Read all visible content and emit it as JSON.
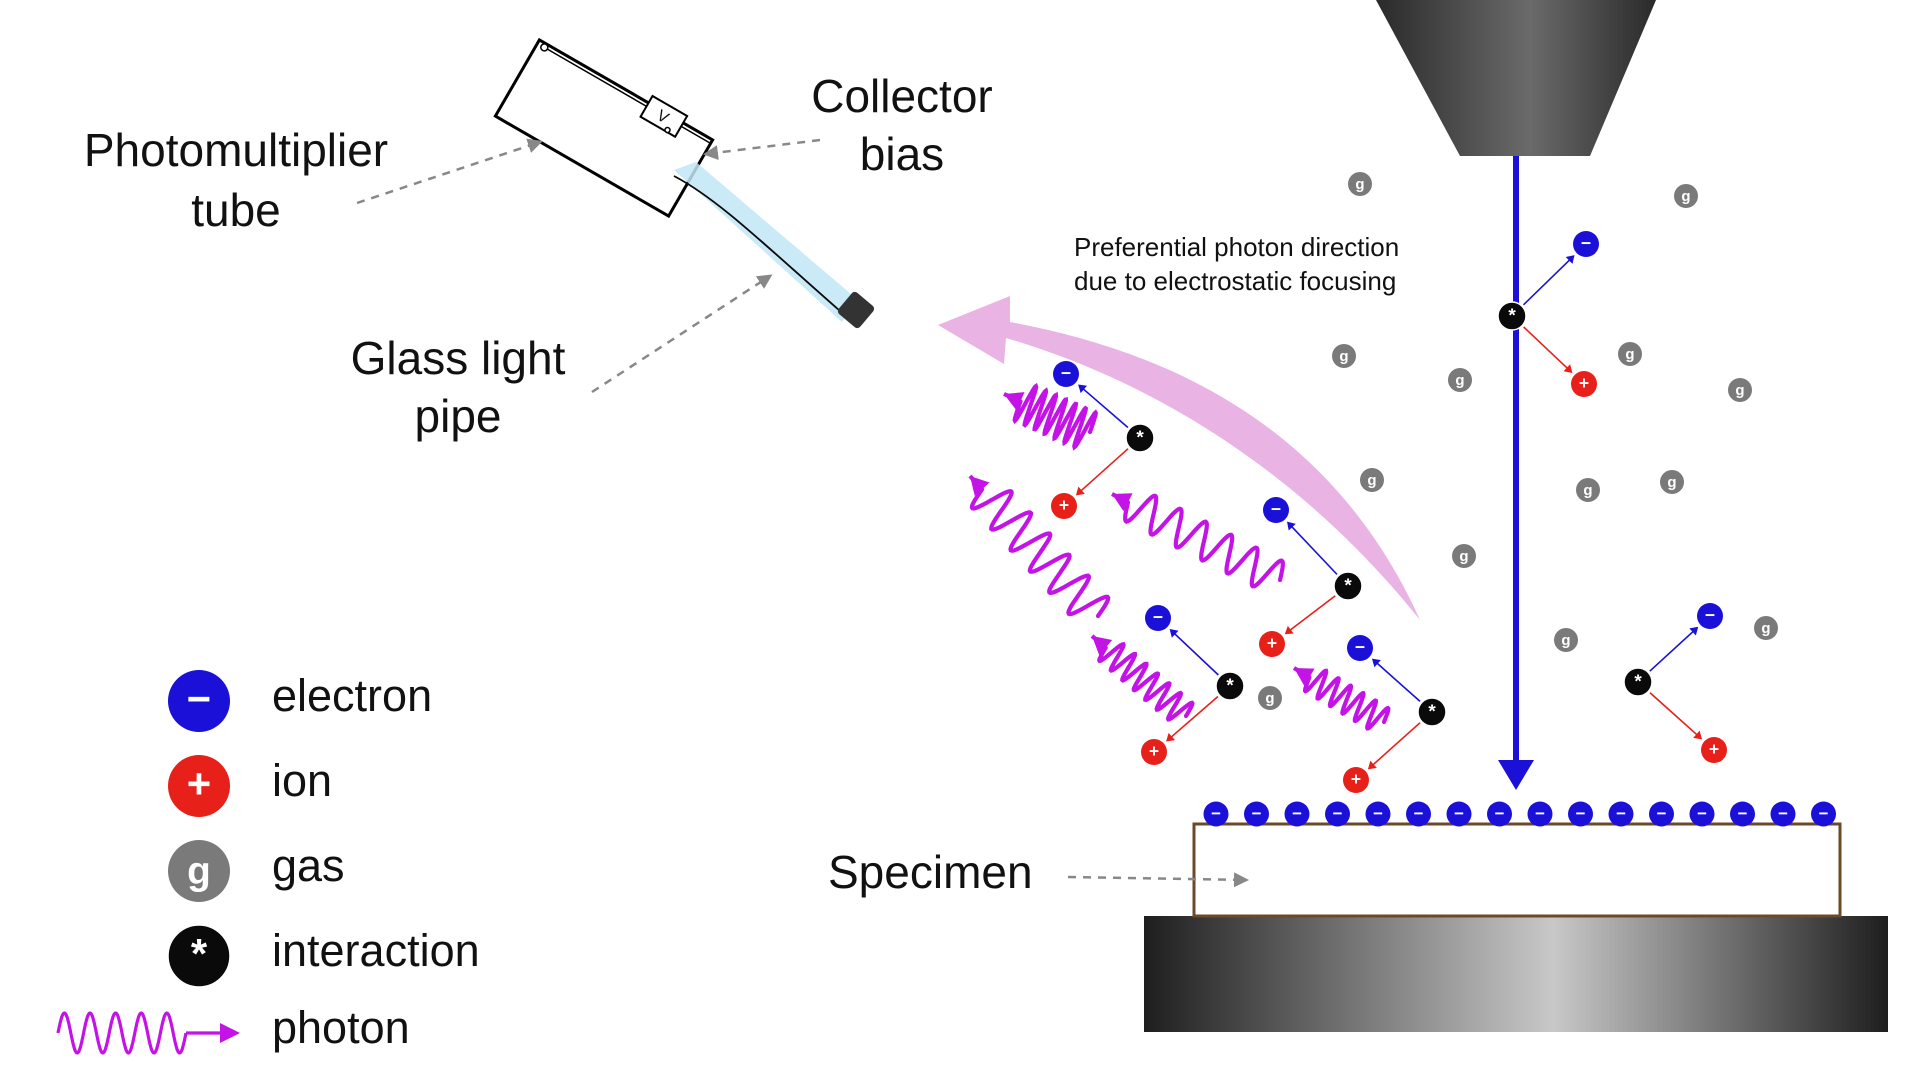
{
  "labels": {
    "photomultiplier_line1": "Photomultiplier",
    "photomultiplier_line2": "tube",
    "collector_line1": "Collector",
    "collector_line2": "bias",
    "glass_line1": "Glass light",
    "glass_line2": "pipe",
    "preferential_line1": "Preferential photon direction",
    "preferential_line2": "due to electrostatic focusing",
    "specimen": "Specimen",
    "voltage_symbol": "V"
  },
  "legend": [
    {
      "key": "electron",
      "label": "electron",
      "symbol": "−",
      "color": "#1a10d8"
    },
    {
      "key": "ion",
      "label": "ion",
      "symbol": "+",
      "color": "#e8201a"
    },
    {
      "key": "gas",
      "label": "gas",
      "symbol": "g",
      "color": "#7a7a7a"
    },
    {
      "key": "interaction",
      "label": "interaction",
      "symbol": "*",
      "color": "#0a0a0a"
    },
    {
      "key": "photon",
      "label": "photon",
      "symbol": "",
      "color": "#c413e6"
    }
  ],
  "particle_symbols": {
    "electron": "−",
    "ion": "+",
    "gas": "g",
    "interaction": "*"
  },
  "colors": {
    "electron": "#1a10d8",
    "ion": "#e8201a",
    "gas": "#7a7a7a",
    "interaction": "#0a0a0a",
    "photon": "#c413e6",
    "beam": "#1a10d8",
    "light_pipe": "#bfe6f5",
    "preferential_arrow": "#e9b3e4",
    "specimen_border": "#6b4a2a"
  }
}
